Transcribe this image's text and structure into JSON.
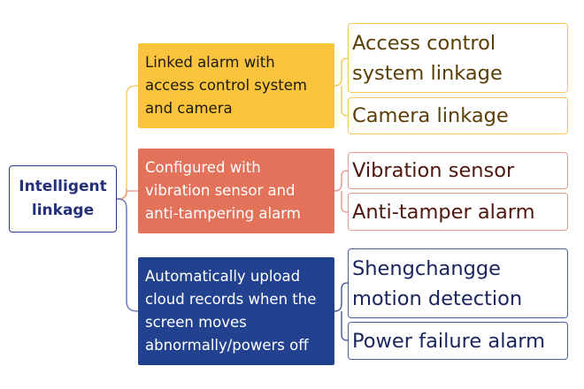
{
  "root": {
    "label": "Intelligent linkage"
  },
  "branches": [
    {
      "label": "Linked alarm with access control system and camera",
      "color": "#fbc43d",
      "leaves": [
        "Access control system linkage",
        "Camera linkage"
      ]
    },
    {
      "label": "Configured with vibration sensor and anti-tampering alarm",
      "color": "#e3725b",
      "leaves": [
        "Vibration sensor",
        "Anti-tamper alarm"
      ]
    },
    {
      "label": "Automatically upload cloud records when the screen moves abnormally/powers off",
      "color": "#22428f",
      "leaves": [
        "Shengchangge motion detection",
        "Power failure alarm"
      ]
    }
  ]
}
